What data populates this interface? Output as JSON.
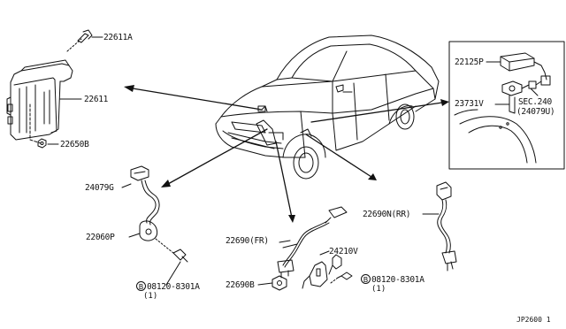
{
  "labels": {
    "p22611a": "22611A",
    "p22611": "22611",
    "p22650b": "22650B",
    "p24079g": "24079G",
    "p22060p": "22060P",
    "bolt1_pn": "08120-8301A",
    "bolt1_qty": "(1)",
    "p22690fr": "22690(FR)",
    "p24210v": "24210V",
    "p22690b": "22690B",
    "bolt2_pn": "08120-8301A",
    "bolt2_qty": "(1)",
    "p22690nrr": "22690N(RR)",
    "p22125p": "22125P",
    "p23731v": "23731V",
    "sec240": "SEC.240",
    "sec240_ref": "(24079U)",
    "bolt_symbol": "B",
    "diagram_code": "JP2600 1"
  },
  "colors": {
    "line": "#111111",
    "background": "#ffffff"
  }
}
